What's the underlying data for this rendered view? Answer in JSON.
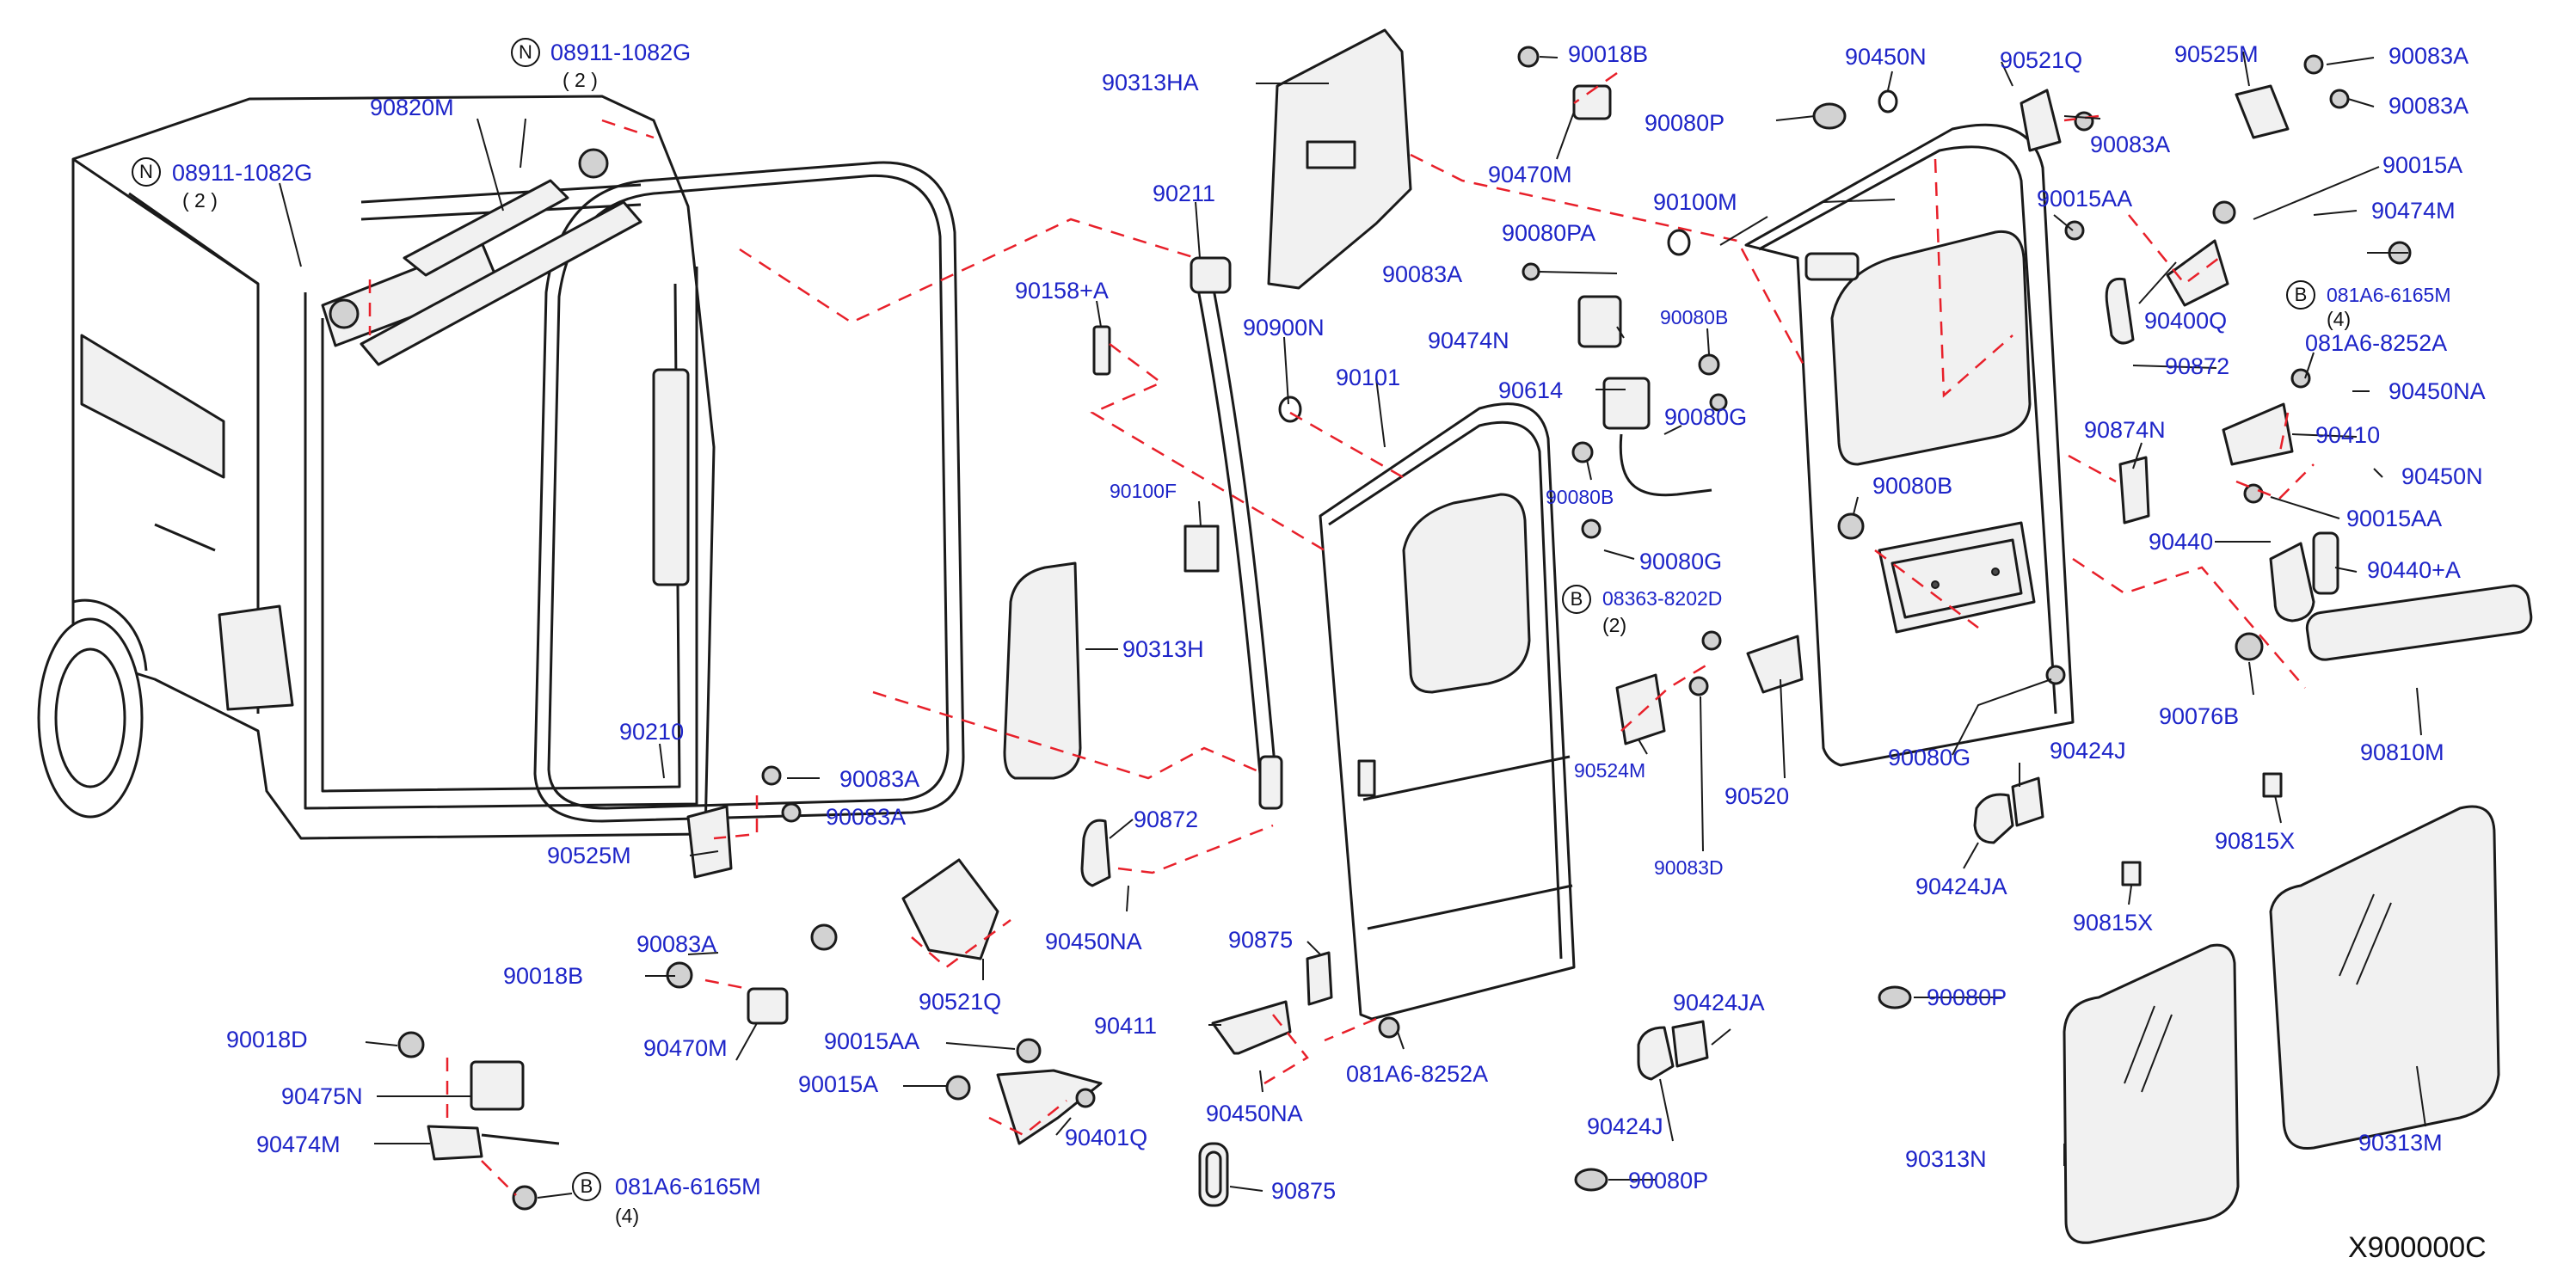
{
  "diagram_code": "X900000C",
  "badges": {
    "n": "N",
    "b": "B"
  },
  "qty": {
    "two": "( 2 )",
    "four": "(4)",
    "two_b": "(2)"
  },
  "parts": {
    "p90313HA": "90313HA",
    "p90211": "90211",
    "p90158A": "90158+A",
    "p90900N": "90900N",
    "p90101": "90101",
    "p90100F": "90100F",
    "p90313H": "90313H",
    "p90210": "90210",
    "p90083A_1": "90083A",
    "p90083A_2": "90083A",
    "p90525M_L": "90525M",
    "p90872_L": "90872",
    "p90450NA_L": "90450NA",
    "p90083A_3": "90083A",
    "p90018B_L": "90018B",
    "p90521Q_L": "90521Q",
    "p90018D": "90018D",
    "p90470M_L": "90470M",
    "p90475N": "90475N",
    "p90474M_L": "90474M",
    "p081A6_6165M_L": "081A6-6165M",
    "p90015AA_L": "90015AA",
    "p90015A_L": "90015A",
    "p90401Q": "90401Q",
    "p90875_1": "90875",
    "p90411": "90411",
    "p90450NA_2": "90450NA",
    "p081A6_8252A_L": "081A6-8252A",
    "p90875_2": "90875",
    "p08911_1": "08911-1082G",
    "p08911_2": "08911-1082G",
    "p90820M": "90820M",
    "p90018B_T": "90018B",
    "p90080P_T": "90080P",
    "p90470M_T": "90470M",
    "p90080PA": "90080PA",
    "p90083A_T": "90083A",
    "p90474N": "90474N",
    "p90080B_1": "90080B",
    "p90614": "90614",
    "p90080G_1": "90080G",
    "p90080B_2": "90080B",
    "p90080G_2": "90080G",
    "p08363": "08363-8202D",
    "p90524M": "90524M",
    "p90083D": "90083D",
    "p90520": "90520",
    "p90424JA_1": "90424JA",
    "p90424J_1": "90424J",
    "p90080P_B": "90080P",
    "p90450N_T": "90450N",
    "p90100M": "90100M",
    "p90080B_R": "90080B",
    "p90080G_R": "90080G",
    "p90521Q_R": "90521Q",
    "p90083A_R1": "90083A",
    "p90015AA_R": "90015AA",
    "p90525M_R": "90525M",
    "p90083A_R2": "90083A",
    "p90083A_R3": "90083A",
    "p90015A_R": "90015A",
    "p90474M_R": "90474M",
    "p90400Q": "90400Q",
    "p081A6_6165M_R": "081A6-6165M",
    "p90872_R": "90872",
    "p081A6_8252A_R": "081A6-8252A",
    "p90450NA_R": "90450NA",
    "p90874N": "90874N",
    "p90410": "90410",
    "p90450N_R": "90450N",
    "p90440": "90440",
    "p90015AA_R2": "90015AA",
    "p90440A": "90440+A",
    "p90076B": "90076B",
    "p90810M": "90810M",
    "p90424J_2": "90424J",
    "p90424JA_2": "90424JA",
    "p90815X_1": "90815X",
    "p90815X_2": "90815X",
    "p90080P_R": "90080P",
    "p90313N": "90313N",
    "p90313M": "90313M"
  }
}
